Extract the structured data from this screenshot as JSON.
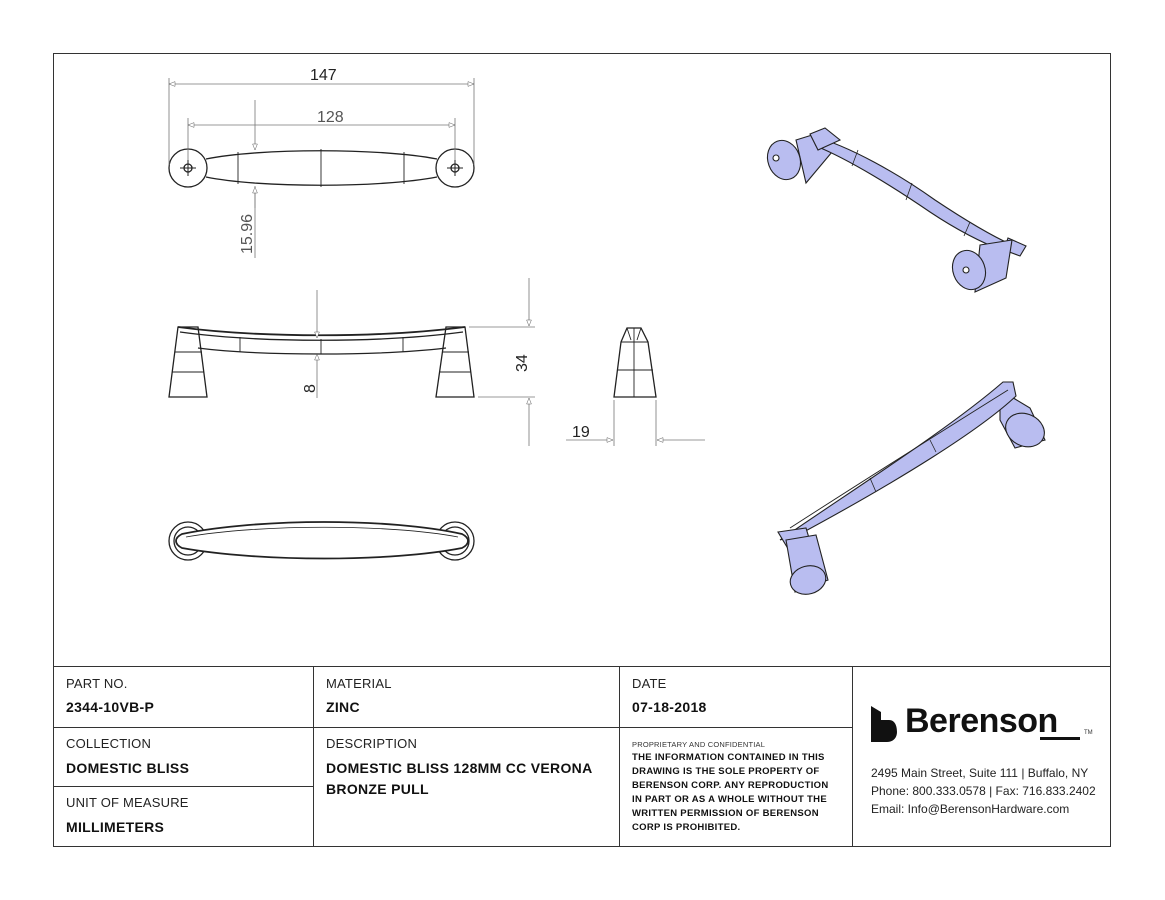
{
  "dimensions": {
    "overall_length": "147",
    "center_to_center": "128",
    "bar_width": "15.96",
    "height": "34",
    "bar_thickness": "8",
    "base_diameter": "19"
  },
  "title_block": {
    "part_no": {
      "label": "PART NO.",
      "value": "2344-10VB-P"
    },
    "material": {
      "label": "MATERIAL",
      "value": "ZINC"
    },
    "date": {
      "label": "DATE",
      "value": "07-18-2018"
    },
    "collection": {
      "label": "COLLECTION",
      "value": "DOMESTIC BLISS"
    },
    "description": {
      "label": "DESCRIPTION",
      "value_line1": "DOMESTIC BLISS 128MM CC VERONA",
      "value_line2": "BRONZE PULL"
    },
    "unit": {
      "label": "UNIT OF MEASURE",
      "value": "MILLIMETERS"
    },
    "proprietary": {
      "heading": "PROPRIETARY AND CONFIDENTIAL",
      "lines": [
        "THE INFORMATION CONTAINED IN THIS",
        "DRAWING IS THE SOLE PROPERTY OF",
        "BERENSON CORP. ANY REPRODUCTION",
        "IN PART OR AS A WHOLE WITHOUT THE",
        "WRITTEN PERMISSION OF BERENSON",
        "CORP IS PROHIBITED."
      ]
    }
  },
  "company": {
    "name": "Berenson",
    "tm": "TM",
    "address": "2495 Main Street, Suite 111 | Buffalo, NY",
    "phone": "Phone: 800.333.0578 | Fax: 716.833.2402",
    "email": "Email: Info@BerensonHardware.com"
  },
  "colors": {
    "render_fill": "#b9bdf0",
    "line": "#222222",
    "dim": "#777777"
  }
}
